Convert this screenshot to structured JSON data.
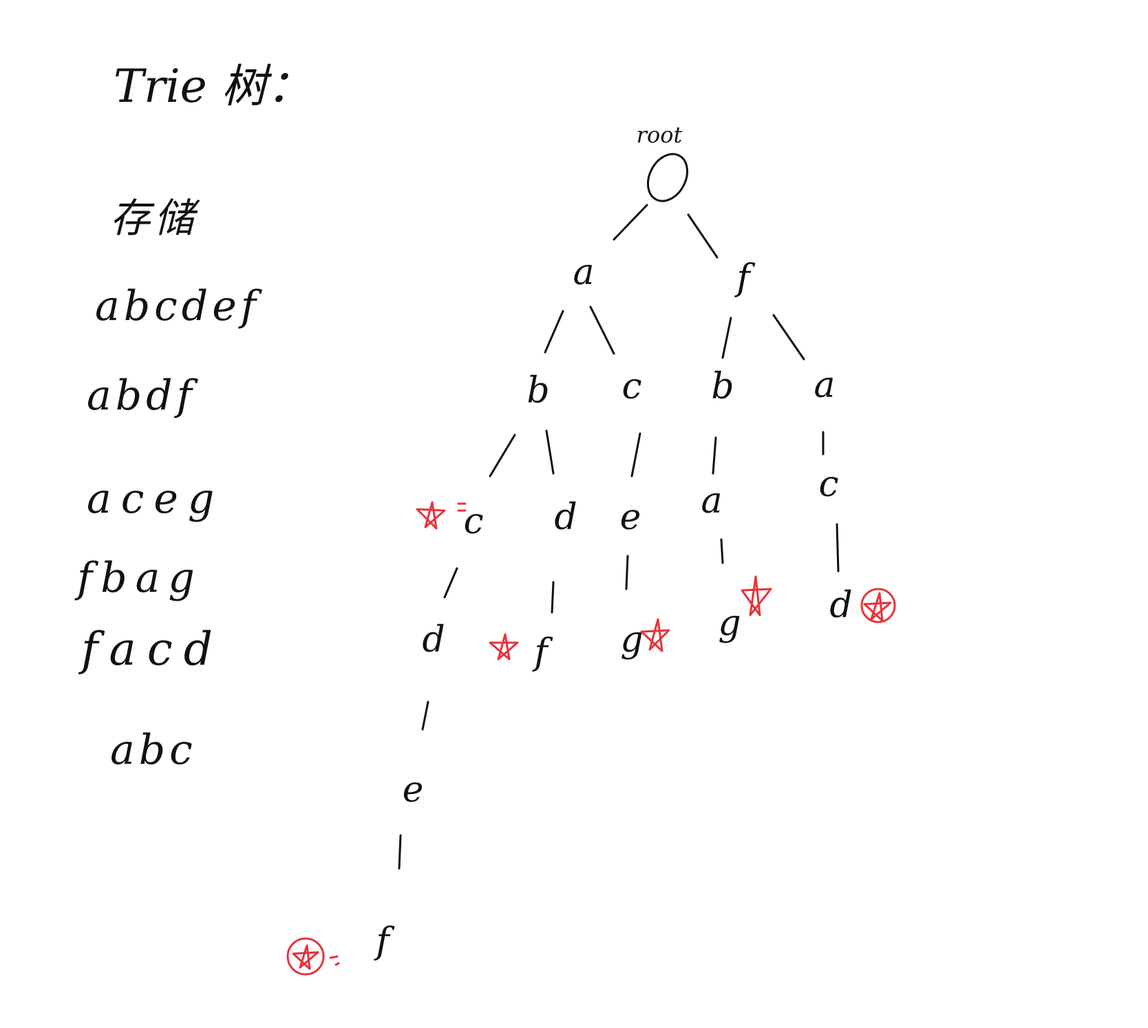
{
  "title": "Trie 树：",
  "stored_label": "存储",
  "words": [
    "abcdef",
    "abdf",
    "aceg",
    "fbag",
    "facd",
    "abc"
  ],
  "tree": {
    "root": "root",
    "level1": [
      "a",
      "f"
    ],
    "level2": [
      "b",
      "c",
      "b",
      "a"
    ],
    "level3": [
      "c",
      "d",
      "e",
      "a",
      "c"
    ],
    "level4": [
      "d",
      "f",
      "g",
      "g",
      "d"
    ],
    "level5": [
      "e"
    ],
    "level6": [
      "f"
    ]
  },
  "colors": {
    "ink": "#111111",
    "marker": "#e8333a"
  }
}
